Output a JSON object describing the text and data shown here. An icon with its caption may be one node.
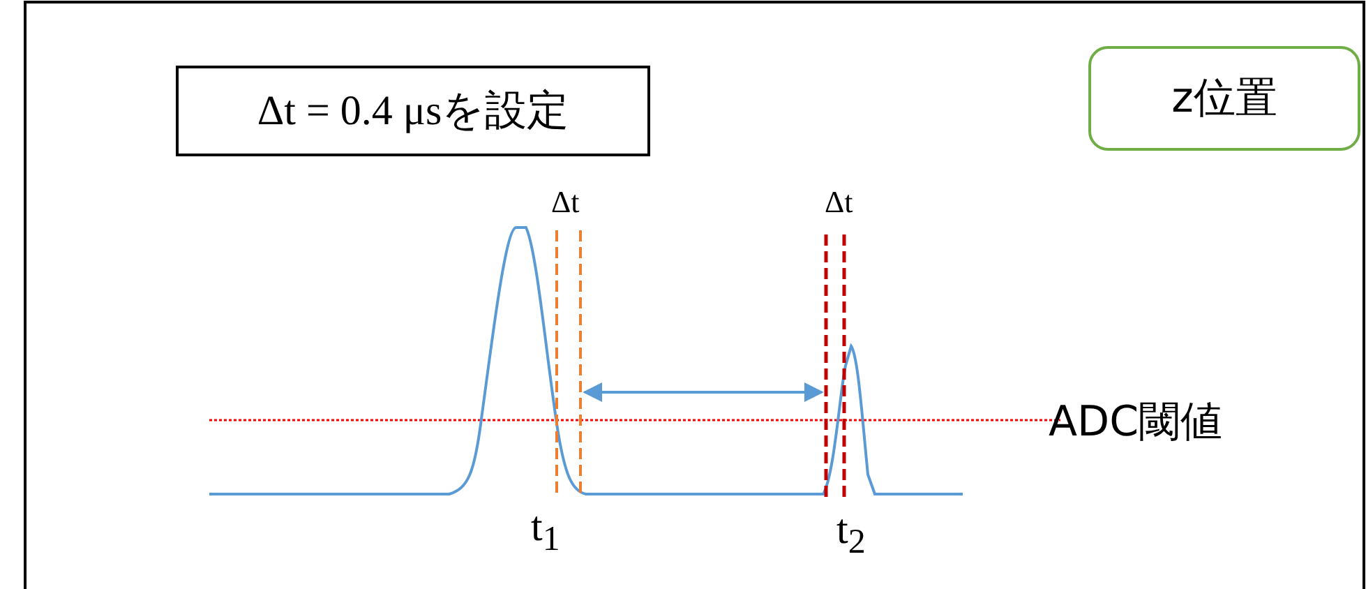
{
  "diagram": {
    "nodes": [
      {
        "text": [
          "Δt = 0.4 μsを設定"
        ]
      },
      {
        "text": [
          "z位置"
        ]
      }
    ],
    "labels": [
      "Δt",
      "Δt",
      "t$_{1}$",
      "t$_{2}$",
      "ADC閾値"
    ]
  }
}
